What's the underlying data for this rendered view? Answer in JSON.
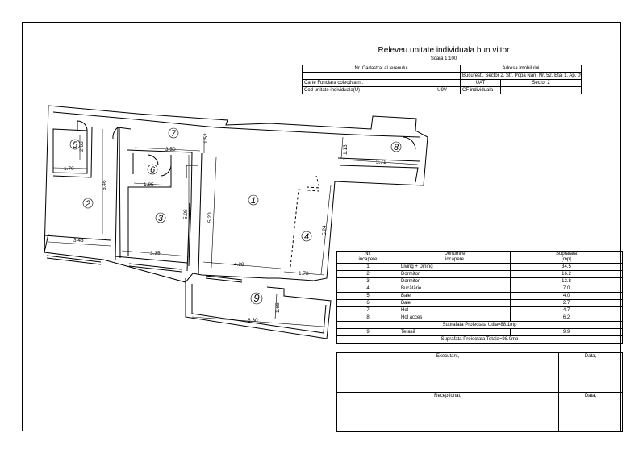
{
  "header": {
    "title": "Releveu unitate individuala bun viitor",
    "scale": "Scara 1:100"
  },
  "info": {
    "cadastral_label": "Nr. Cadastral al terenului",
    "address_label": "Adresa imobilului",
    "address_value": "Bucuresti, Sector 2, Str. Popa Nan, Nr. 52, Etaj 1, Ap. 09",
    "cf_colectiva_label": "Carte Funciara colectiva nr.",
    "uat_label": "UAT",
    "uat_value": "Sector 2",
    "cod_label": "Cod unitate individuala(U)",
    "cod_value": "U9V",
    "cf_individuala_label": "CF individuala"
  },
  "plan": {
    "room_numbers": [
      "1",
      "2",
      "3",
      "4",
      "5",
      "6",
      "7",
      "8",
      "9"
    ],
    "dimensions": [
      "2.66",
      "1.70",
      "6.46",
      "3.43",
      "3.50",
      "1.95",
      "5.08",
      "3.35",
      "1.52",
      "5.20",
      "4.28",
      "1.72",
      "1.13",
      "3.71",
      "5.24",
      "1.65",
      "6.30"
    ]
  },
  "rooms_table": {
    "headers": [
      "Nr.",
      "incapere",
      "Denumire",
      "incapere",
      "Suprafata",
      "[mp]"
    ],
    "rows": [
      {
        "nr": "1",
        "name": "Living + Dining",
        "area": "34.5"
      },
      {
        "nr": "2",
        "name": "Dormitor",
        "area": "16.2"
      },
      {
        "nr": "3",
        "name": "Dormitor",
        "area": "12.8"
      },
      {
        "nr": "4",
        "name": "Bucătărie",
        "area": "7.0"
      },
      {
        "nr": "5",
        "name": "Baie",
        "area": "4.0"
      },
      {
        "nr": "6",
        "name": "Baie",
        "area": "2.7"
      },
      {
        "nr": "7",
        "name": "Hol",
        "area": "4.7"
      },
      {
        "nr": "8",
        "name": "Hol acces",
        "area": "6.2"
      }
    ],
    "useful_total": "Suprafata Proiectata Utila=88.1mp",
    "terrace": {
      "nr": "9",
      "name": "Terasă",
      "area": "9.9"
    },
    "grand_total": "Suprafata Proiectata Totala=98.0mp"
  },
  "signatures": {
    "executant_label": "Executant,",
    "executant_date_label": "Data,",
    "receptionat_label": "Receptionat,",
    "receptionat_date_label": "Data,"
  }
}
